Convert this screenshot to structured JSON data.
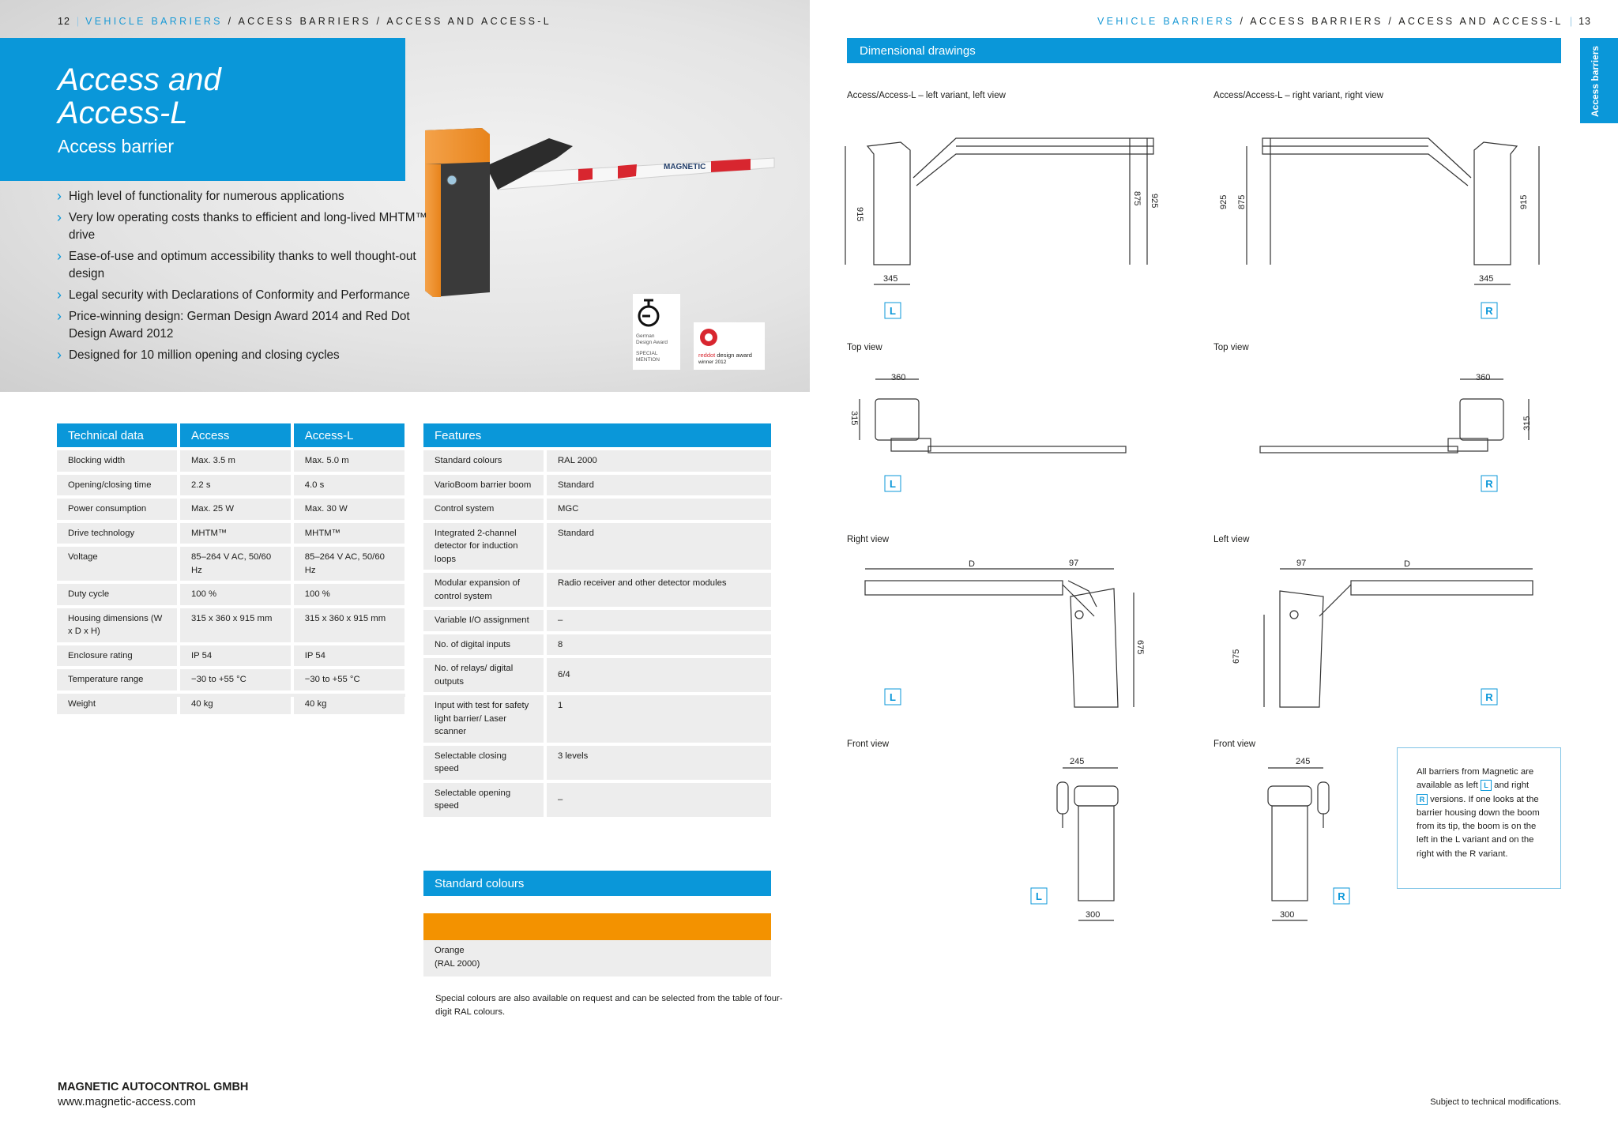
{
  "header_left": {
    "page": "12",
    "section": "VEHICLE BARRIERS",
    "path": "/ ACCESS BARRIERS / ACCESS AND ACCESS-L"
  },
  "header_right": {
    "section": "VEHICLE BARRIERS",
    "path": "/ ACCESS BARRIERS / ACCESS AND ACCESS-L",
    "page": "13"
  },
  "hero": {
    "title_line1": "Access and",
    "title_line2": "Access-L",
    "subtitle": "Access barrier",
    "bullets": [
      "High level of functionality for numerous applications",
      "Very low operating costs thanks to efficient and long-lived MHTM™ drive",
      "Ease-of-use and optimum accessibility thanks to well thought-out design",
      "Legal security with Declarations of Conformity and Performance",
      "Price-winning design: German Design Award 2014 and Red Dot Design Award 2012",
      "Designed for 10 million opening and closing cycles"
    ],
    "boom_brand": "MAGNETIC",
    "award1": {
      "line1": "German",
      "line2": "Design Award",
      "line3": "SPECIAL",
      "line4": "MENTION"
    },
    "award2": {
      "red": "reddot",
      "rest": " design award",
      "line2": "winner 2012"
    }
  },
  "tech": {
    "headers": [
      "Technical data",
      "Access",
      "Access-L"
    ],
    "rows": [
      [
        "Blocking width",
        "Max. 3.5 m",
        "Max. 5.0 m"
      ],
      [
        "Opening/closing time",
        "2.2 s",
        "4.0 s"
      ],
      [
        "Power consumption",
        "Max. 25 W",
        "Max. 30 W"
      ],
      [
        "Drive technology",
        "MHTM™",
        "MHTM™"
      ],
      [
        "Voltage",
        "85–264 V AC, 50/60 Hz",
        "85–264 V AC, 50/60 Hz"
      ],
      [
        "Duty cycle",
        "100 %",
        "100 %"
      ],
      [
        "Housing dimensions (W x D x H)",
        "315 x 360 x 915 mm",
        "315 x 360 x 915 mm"
      ],
      [
        "Enclosure rating",
        "IP 54",
        "IP 54"
      ],
      [
        "Temperature range",
        "−30 to +55 °C",
        "−30 to +55 °C"
      ],
      [
        "Weight",
        "40 kg",
        "40 kg"
      ]
    ]
  },
  "features": {
    "header": "Features",
    "rows": [
      [
        "Standard colours",
        "RAL 2000"
      ],
      [
        "VarioBoom barrier boom",
        "Standard"
      ],
      [
        "Control system",
        "MGC"
      ],
      [
        "Integrated 2-channel detector for induction loops",
        "Standard"
      ],
      [
        "Modular expansion of control system",
        "Radio receiver and other detector modules"
      ],
      [
        "Variable I/O assignment",
        "–"
      ],
      [
        "No. of digital inputs",
        "8"
      ],
      [
        "No. of relays/ digital outputs",
        "6/4"
      ],
      [
        "Input with test for safety light barrier/ Laser scanner",
        "1"
      ],
      [
        "Selectable closing speed",
        "3 levels"
      ],
      [
        "Selectable opening speed",
        "–"
      ]
    ]
  },
  "standard_colours": {
    "header": "Standard colours",
    "swatch_color": "#f39200",
    "label_line1": "Orange",
    "label_line2": "(RAL 2000)",
    "note": "Special colours are also available on request and can be selected from the table of four-digit RAL colours."
  },
  "footer": {
    "company": "MAGNETIC AUTOCONTROL GMBH",
    "url": "www.magnetic-access.com",
    "note": "Subject to technical modifications."
  },
  "drawings": {
    "header": "Dimensional drawings",
    "side_tab": "Access barriers",
    "views": {
      "left_variant": "Access/Access-L – left variant, left view",
      "right_variant": "Access/Access-L – right variant, right view",
      "top_left": "Top view",
      "top_right": "Top view",
      "right_view": "Right view",
      "left_view": "Left view",
      "front_left": "Front view",
      "front_right": "Front view"
    },
    "dims": {
      "d915": "915",
      "d875": "875",
      "d925": "925",
      "d345": "345",
      "d360": "360",
      "d315": "315",
      "d97": "97",
      "dD": "D",
      "d675": "675",
      "d245": "245",
      "d300": "300"
    },
    "marker_l": "L",
    "marker_r": "R",
    "info": {
      "t1": "All barriers from Magnetic are available as left",
      "t2": "and right",
      "t3": "versions. If one looks at the barrier housing down the boom from its tip, the boom is on the left in the L variant and on the right with the R variant."
    }
  },
  "colors": {
    "accent": "#0a97d9",
    "orange": "#f39200",
    "cell": "#ededed"
  }
}
